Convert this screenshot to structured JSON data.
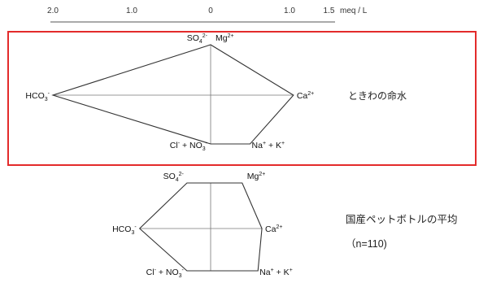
{
  "scale": {
    "ticks": [
      {
        "value": -2.0,
        "label": "2.0"
      },
      {
        "value": -1.0,
        "label": "1.0"
      },
      {
        "value": 0,
        "label": "0"
      },
      {
        "value": 1.0,
        "label": "1.0"
      },
      {
        "value": 1.5,
        "label": "1.5"
      }
    ],
    "unit": "meq / L"
  },
  "diagrams": [
    {
      "caption": "ときわの命水",
      "caption_line2": "",
      "highlight_color": "#e32b2b",
      "ions": {
        "so4": {
          "label": "SO",
          "sub": "4",
          "sup": "2-",
          "value": 0.0
        },
        "mg": {
          "label": "Mg",
          "sub": "",
          "sup": "2+",
          "value": 0.0
        },
        "hco3": {
          "label": "HCO",
          "sub": "3",
          "sup": "-",
          "value": 2.0
        },
        "ca": {
          "label": "Ca",
          "sub": "",
          "sup": "2+",
          "value": 1.05
        },
        "clno3": {
          "label": "Cl",
          "sup1": "-",
          "mid": " + NO",
          "sub": "3",
          "sup": "-",
          "value": 0.0
        },
        "nak": {
          "label": "Na",
          "sup1": "+",
          "mid": " + K",
          "sup": "+",
          "value": 0.5
        }
      }
    },
    {
      "caption": "国産ペットボトルの平均",
      "caption_line2": "（n=110)",
      "highlight_color": "",
      "ions": {
        "so4": {
          "label": "SO",
          "sub": "4",
          "sup": "2-",
          "value": 0.3
        },
        "mg": {
          "label": "Mg",
          "sub": "",
          "sup": "2+",
          "value": 0.4
        },
        "hco3": {
          "label": "HCO",
          "sub": "3",
          "sup": "-",
          "value": 0.9
        },
        "ca": {
          "label": "Ca",
          "sub": "",
          "sup": "2+",
          "value": 0.65
        },
        "clno3": {
          "label": "Cl",
          "sup1": "-",
          "mid": " + NO",
          "sub": "3",
          "sup": "-",
          "value": 0.3
        },
        "nak": {
          "label": "Na",
          "sup1": "+",
          "mid": " + K",
          "sup": "+",
          "value": 0.6
        }
      }
    }
  ]
}
